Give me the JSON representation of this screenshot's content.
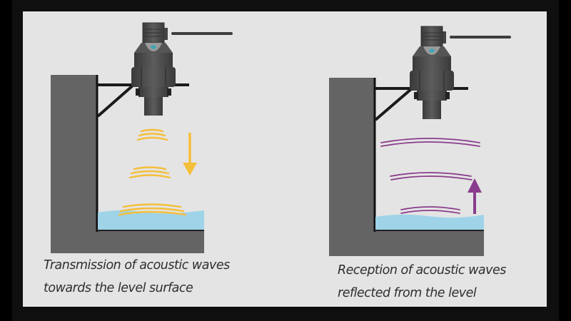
{
  "diagrams": [
    {
      "id": "transmission",
      "caption_lines": [
        "Transmission of acoustic waves",
        "towards the level surface"
      ],
      "wave_color": "#f4bf3a",
      "arrow_direction": "down",
      "wave_groups": 3
    },
    {
      "id": "reception",
      "caption_lines": [
        "Reception of acoustic waves",
        "reflected from the level"
      ],
      "wave_color": "#8a3c8c",
      "arrow_direction": "up",
      "wave_groups": 3
    }
  ],
  "colors": {
    "background": "#0f0f0f",
    "panel": "#e4e4e4",
    "wall": "#646464",
    "sensor_body": "#4a4a4a",
    "liquid": "#9fd3e8",
    "indicator": "#3fa7b5"
  }
}
